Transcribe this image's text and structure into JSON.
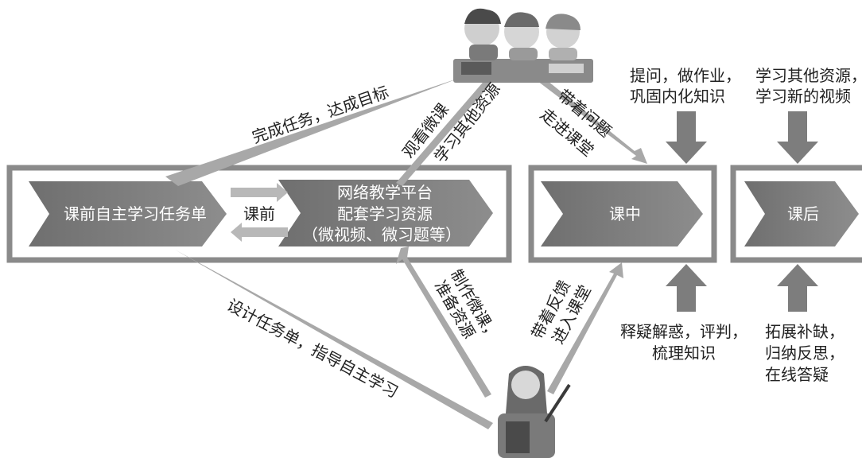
{
  "boxes": {
    "preclass_task": "课前自主学习任务单",
    "platform_line1": "网络教学平台",
    "platform_line2": "配套学习资源",
    "platform_line3": "（微视频、微习题等）",
    "preclass_middle": "课前",
    "inclass": "课中",
    "postclass": "课后"
  },
  "arrows": {
    "complete_task": "完成任务，达成目标",
    "watch_micro": "观看微课",
    "study_other": "学习其他资源",
    "bring_questions_1": "带着问题",
    "bring_questions_2": "走进课堂",
    "design_task": "设计任务单，指导自主学习",
    "make_micro_1": "制作微课，",
    "make_micro_2": "准备资源",
    "bring_feedback_1": "带着反馈",
    "bring_feedback_2": "进入课堂"
  },
  "notes": {
    "top_inclass_1": "提问，做作业，",
    "top_inclass_2": "巩固内化知识",
    "top_post_1": "学习其他资源，",
    "top_post_2": "学习新的视频",
    "bottom_inclass_1": "释疑解惑，评判，",
    "bottom_inclass_2": "梳理知识",
    "bottom_post_1": "拓展补缺，",
    "bottom_post_2": "归纳反思，",
    "bottom_post_3": "在线答疑"
  },
  "colors": {
    "frame": "#8a8a8a",
    "chevron": "#7d7d7d",
    "arrow": "#a8a8a8",
    "text": "#222222"
  }
}
